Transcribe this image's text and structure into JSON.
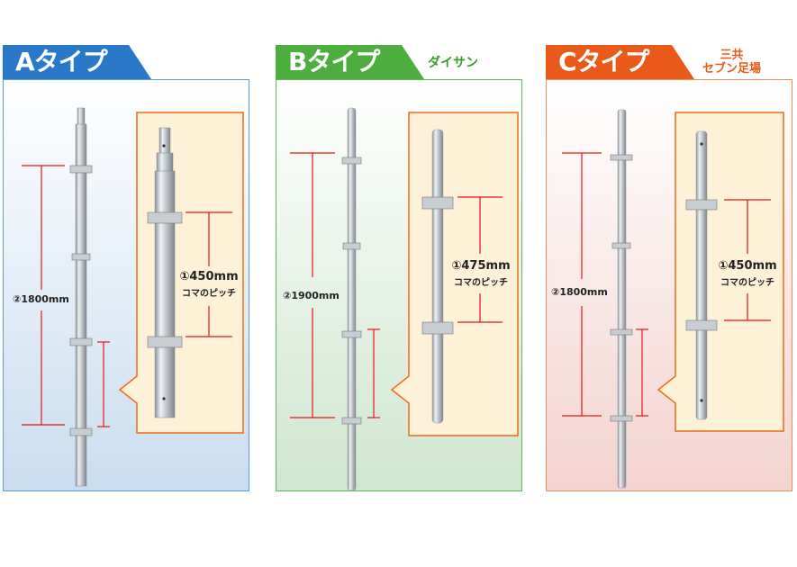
{
  "types": [
    {
      "title": "Aタイプ",
      "maker": "",
      "pitch": "①450mm",
      "pitch_sub": "コマのピッチ",
      "length": "②1800mm",
      "colors": {
        "tab": "#2a78c8",
        "border": "#5b9bd5",
        "bg_top": "#ffffff",
        "bg_bottom": "#c9ddf0",
        "maker": ""
      }
    },
    {
      "title": "Bタイプ",
      "maker": "ダイサン",
      "pitch": "①475mm",
      "pitch_sub": "コマのピッチ",
      "length": "②1900mm",
      "colors": {
        "tab": "#4cae3c",
        "border": "#5cb85c",
        "bg_top": "#ffffff",
        "bg_bottom": "#cfe6cf",
        "maker": "#3a9a2a"
      }
    },
    {
      "title": "Cタイプ",
      "maker": "三共\nセブン足場",
      "pitch": "①450mm",
      "pitch_sub": "コマのピッチ",
      "length": "②1800mm",
      "colors": {
        "tab": "#e8591a",
        "border": "#ef8a5a",
        "bg_top": "#ffffff",
        "bg_bottom": "#f3d3cf",
        "maker": "#e8591a"
      }
    }
  ],
  "accent_colors": {
    "dimension_line": "#e8141a",
    "callout_border": "#ef6a1a",
    "callout_fill": "#fdf2d8"
  }
}
